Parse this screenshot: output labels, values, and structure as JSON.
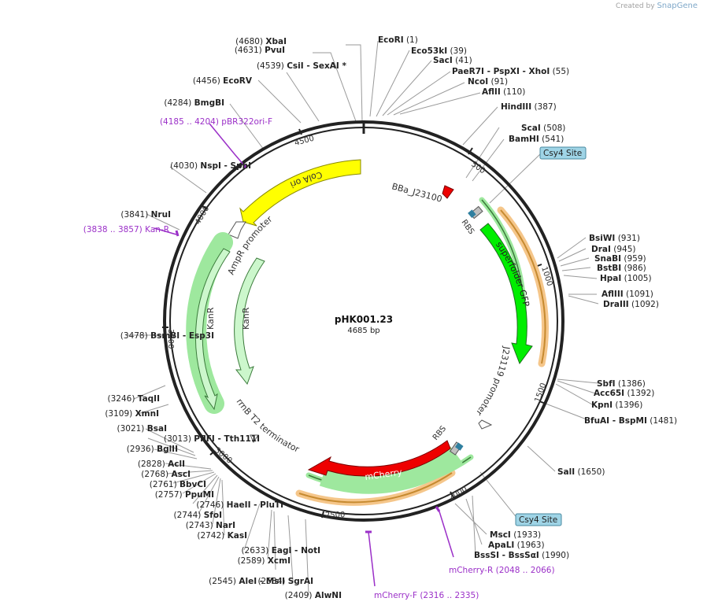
{
  "credit": {
    "prefix": "Created by",
    "brand": "SnapGene"
  },
  "plasmid": {
    "name": "pHK001.23",
    "length": "4685 bp"
  },
  "colors": {
    "backbone": "#222222",
    "primer": "#9b30c8",
    "colA": "#ffff00",
    "kanR": "#ccf7cc",
    "gfp": "#00ee00",
    "mcherry": "#ee0000",
    "csy4": "#9fd4e6",
    "highlightGreen": "#9ee89e",
    "highlightOrange": "#f5c68a"
  },
  "ticks": [
    "500",
    "1000",
    "1500",
    "2000",
    "2500",
    "3000",
    "3500",
    "4000",
    "4500"
  ],
  "features": {
    "colA": "ColA ori",
    "ampR": "AmpR promoter",
    "kanR_outer": "KanR",
    "kanR_inner": "KanR",
    "rrnB": "rrnB T2 terminator",
    "mcherry": "mCherry",
    "rbs_top": "RBS",
    "gfp": "superfolder GFP",
    "j23119": "J23119 promoter",
    "rbs_bottom": "RBS",
    "bba": "BBa_J23100"
  },
  "sites": [
    {
      "pos": "(4680)",
      "name": "XbaI"
    },
    {
      "pos": "(4631)",
      "name": "PvuI"
    },
    {
      "pos": "(4539)",
      "name": "CsiI   - SexAI *"
    },
    {
      "pos": "(4456)",
      "name": "EcoRV"
    },
    {
      "pos": "(4284)",
      "name": "BmgBI"
    },
    {
      "pos": "(4185 .. 4204)",
      "name": "pBR322ori-F",
      "primer": true
    },
    {
      "pos": "(4030)",
      "name": "NspI   - SphI"
    },
    {
      "pos": "(3841)",
      "name": "NruI"
    },
    {
      "pos": "(3838 .. 3857)",
      "name": "Kan-R",
      "primer": true
    },
    {
      "pos": "(3478)",
      "name": "BsmBI   - Esp3I"
    },
    {
      "pos": "(3246)",
      "name": "TaqII"
    },
    {
      "pos": "(3109)",
      "name": "XmnI"
    },
    {
      "pos": "(3021)",
      "name": "BsaI"
    },
    {
      "pos": "(3013)",
      "name": "PflFI   - Tth111I"
    },
    {
      "pos": "(2936)",
      "name": "BglII"
    },
    {
      "pos": "(2828)",
      "name": "AclI"
    },
    {
      "pos": "(2768)",
      "name": "AscI"
    },
    {
      "pos": "(2761)",
      "name": "BbvCI"
    },
    {
      "pos": "(2757)",
      "name": "PpuMI"
    },
    {
      "pos": "(2746)",
      "name": "HaeII   - PluTI"
    },
    {
      "pos": "(2744)",
      "name": "SfoI"
    },
    {
      "pos": "(2743)",
      "name": "NarI"
    },
    {
      "pos": "(2742)",
      "name": "KasI"
    },
    {
      "pos": "(2633)",
      "name": "EagI   - NotI"
    },
    {
      "pos": "(2589)",
      "name": "XcmI"
    },
    {
      "pos": "(2584)",
      "name": "SgrAI"
    },
    {
      "pos": "(2545)",
      "name": "AleI   - MslI"
    },
    {
      "pos": "(2409)",
      "name": "AlwNI"
    },
    {
      "pos": "(2316 .. 2335)",
      "name": "mCherry-F",
      "primer": true
    },
    {
      "pos": "(2048 .. 2066)",
      "name": "mCherry-R",
      "primer": true
    },
    {
      "pos": "(1990)",
      "name": "BssSI   - BssSαI"
    },
    {
      "pos": "(1963)",
      "name": "ApaLI"
    },
    {
      "pos": "(1933)",
      "name": "MscI"
    },
    {
      "pos": "",
      "name": "Csy4 Site",
      "box": true
    },
    {
      "pos": "(1650)",
      "name": "SalI"
    },
    {
      "pos": "(1481)",
      "name": "BfuAI   - BspMI"
    },
    {
      "pos": "(1396)",
      "name": "KpnI"
    },
    {
      "pos": "(1392)",
      "name": "Acc65I"
    },
    {
      "pos": "(1386)",
      "name": "SbfI"
    },
    {
      "pos": "(1092)",
      "name": "DraIII"
    },
    {
      "pos": "(1091)",
      "name": "AflIII"
    },
    {
      "pos": "(1005)",
      "name": "HpaI"
    },
    {
      "pos": "(986)",
      "name": "BstBI"
    },
    {
      "pos": "(959)",
      "name": "SnaBI"
    },
    {
      "pos": "(945)",
      "name": "DraI"
    },
    {
      "pos": "(931)",
      "name": "BsiWI"
    },
    {
      "pos": "",
      "name": "Csy4 Site",
      "box": true
    },
    {
      "pos": "(541)",
      "name": "BamHI"
    },
    {
      "pos": "(508)",
      "name": "ScaI"
    },
    {
      "pos": "(387)",
      "name": "HindIII"
    },
    {
      "pos": "(110)",
      "name": "AflII"
    },
    {
      "pos": "(91)",
      "name": "NcoI"
    },
    {
      "pos": "(55)",
      "name": "PaeR7I   - PspXI   - XhoI"
    },
    {
      "pos": "(41)",
      "name": "SacI"
    },
    {
      "pos": "(39)",
      "name": "Eco53kI"
    },
    {
      "pos": "(1)",
      "name": "EcoRI"
    }
  ]
}
